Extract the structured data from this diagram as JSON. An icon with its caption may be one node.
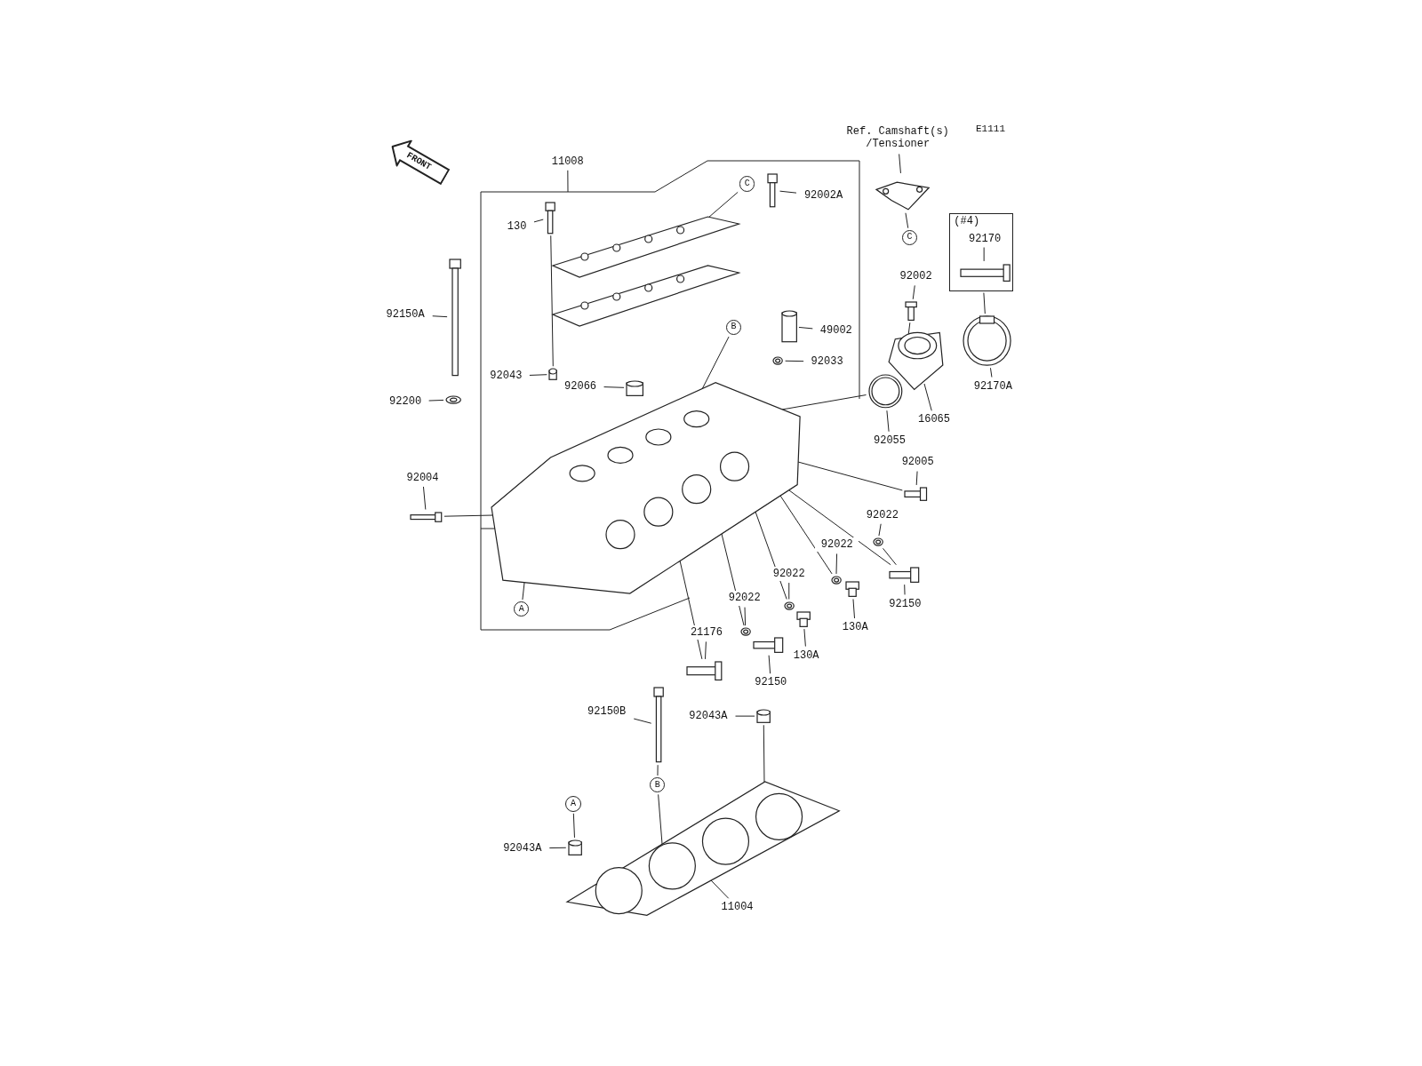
{
  "diagram": {
    "nodes": [
      {
        "text": [
          "Ref. Camshaft(s) /Tensioner"
        ]
      },
      {
        "text": [],
        "shape": "picture"
      },
      {
        "text": [
          "C"
        ]
      },
      {
        "text": [
          "11008"
        ]
      },
      {
        "text": [
          "C"
        ]
      },
      {
        "text": [
          "92002A"
        ]
      },
      {
        "text": [],
        "shape": "picture"
      },
      {
        "text": [
          "130"
        ]
      },
      {
        "text": [],
        "shape": "picture"
      },
      {
        "text": [
          "(#4)"
        ]
      },
      {
        "text": [
          "92170"
        ],
        "in": 9
      },
      {
        "text": [],
        "shape": "bar",
        "in": 9
      },
      {
        "text": [],
        "shape": "picture"
      },
      {
        "text": [
          "92150A"
        ]
      },
      {
        "text": [],
        "shape": "picture"
      },
      {
        "text": [
          "92002"
        ]
      },
      {
        "text": [],
        "shape": "picture"
      },
      {
        "text": [
          "B"
        ]
      },
      {
        "text": [
          "49002"
        ]
      },
      {
        "text": [],
        "shape": "cylinder"
      },
      {
        "text": [
          "92033"
        ]
      },
      {
        "text": [],
        "shape": "picture"
      },
      {
        "text": [
          "92043"
        ]
      },
      {
        "text": [],
        "shape": "cylinder"
      },
      {
        "text": [
          "92066"
        ]
      },
      {
        "text": [],
        "shape": "cylinder"
      },
      {
        "text": [],
        "shape": "picture"
      },
      {
        "text": [],
        "shape": "picture"
      },
      {
        "text": [
          "92170A"
        ]
      },
      {
        "text": [],
        "shape": "picture"
      },
      {
        "text": [
          "92200"
        ]
      },
      {
        "text": [],
        "shape": "picture"
      },
      {
        "text": [
          "16065"
        ]
      },
      {
        "text": [
          "92055"
        ]
      },
      {
        "text": [],
        "shape": "picture"
      },
      {
        "text": [
          "92005"
        ]
      },
      {
        "text": [],
        "shape": "bar"
      },
      {
        "text": [
          "92004"
        ]
      },
      {
        "text": [],
        "shape": "bar"
      },
      {
        "text": [
          "92022"
        ]
      },
      {
        "text": [],
        "shape": "picture"
      },
      {
        "text": [
          "92022"
        ]
      },
      {
        "text": [],
        "shape": "picture"
      },
      {
        "text": [
          "92022"
        ]
      },
      {
        "text": [],
        "shape": "picture"
      },
      {
        "text": [],
        "shape": "picture"
      },
      {
        "text": [],
        "shape": "bar"
      },
      {
        "text": [
          "92022"
        ]
      },
      {
        "text": [],
        "shape": "picture"
      },
      {
        "text": [
          "92150"
        ]
      },
      {
        "text": [
          "A"
        ]
      },
      {
        "text": [],
        "shape": "bar"
      },
      {
        "text": [
          "130A"
        ]
      },
      {
        "text": [
          "21176"
        ]
      },
      {
        "text": [],
        "shape": "picture"
      },
      {
        "text": [
          "130A"
        ]
      },
      {
        "text": [],
        "shape": "bar"
      },
      {
        "text": [
          "92150"
        ]
      },
      {
        "text": [
          "92150B"
        ]
      },
      {
        "text": [],
        "shape": "picture"
      },
      {
        "text": [
          "92043A"
        ]
      },
      {
        "text": [],
        "shape": "cylinder"
      },
      {
        "text": [
          "B"
        ]
      },
      {
        "text": [
          "A"
        ]
      },
      {
        "text": [],
        "shape": "picture"
      },
      {
        "text": [
          "92043A"
        ]
      },
      {
        "text": [],
        "shape": "cylinder"
      },
      {
        "text": [
          "11004"
        ]
      }
    ],
    "edges": [
      {
        "from": 0,
        "to": 1,
        "arrow": "none"
      },
      {
        "from": 2,
        "to": 1,
        "arrow": "none"
      },
      {
        "from": 3,
        "to": 34,
        "arrow": "none"
      },
      {
        "from": 4,
        "to": 12,
        "arrow": "none"
      },
      {
        "from": 5,
        "to": 6,
        "arrow": "none"
      },
      {
        "from": 7,
        "to": 8,
        "arrow": "none"
      },
      {
        "from": 10,
        "to": 11,
        "arrow": "none"
      },
      {
        "from": 9,
        "to": 27,
        "arrow": "none"
      },
      {
        "from": 13,
        "to": 14,
        "arrow": "none"
      },
      {
        "from": 15,
        "to": 16,
        "arrow": "none"
      },
      {
        "from": 16,
        "to": 26,
        "arrow": "none"
      },
      {
        "from": 17,
        "to": 34,
        "arrow": "none"
      },
      {
        "from": 18,
        "to": 19,
        "arrow": "none"
      },
      {
        "from": 20,
        "to": 21,
        "arrow": "none"
      },
      {
        "from": 22,
        "to": 23,
        "arrow": "none"
      },
      {
        "from": 8,
        "to": 23,
        "arrow": "none"
      },
      {
        "from": 24,
        "to": 25,
        "arrow": "none"
      },
      {
        "from": 28,
        "to": 27,
        "arrow": "none"
      },
      {
        "from": 29,
        "to": 34,
        "arrow": "none"
      },
      {
        "from": 33,
        "to": 29,
        "arrow": "none"
      },
      {
        "from": 32,
        "to": 26,
        "arrow": "none"
      },
      {
        "from": 30,
        "to": 31,
        "arrow": "none"
      },
      {
        "from": 35,
        "to": 36,
        "arrow": "none"
      },
      {
        "from": 36,
        "to": 34,
        "arrow": "none"
      },
      {
        "from": 37,
        "to": 38,
        "arrow": "none"
      },
      {
        "from": 38,
        "to": 34,
        "arrow": "none"
      },
      {
        "from": 39,
        "to": 40,
        "arrow": "none"
      },
      {
        "from": 40,
        "to": 45,
        "arrow": "none"
      },
      {
        "from": 41,
        "to": 42,
        "arrow": "none"
      },
      {
        "from": 42,
        "to": 34,
        "arrow": "none"
      },
      {
        "from": 43,
        "to": 44,
        "arrow": "none"
      },
      {
        "from": 44,
        "to": 34,
        "arrow": "none"
      },
      {
        "from": 45,
        "to": 34,
        "arrow": "none"
      },
      {
        "from": 52,
        "to": 46,
        "arrow": "none"
      },
      {
        "from": 47,
        "to": 48,
        "arrow": "none"
      },
      {
        "from": 48,
        "to": 34,
        "arrow": "none"
      },
      {
        "from": 49,
        "to": 45,
        "arrow": "none"
      },
      {
        "from": 50,
        "to": 34,
        "arrow": "none"
      },
      {
        "from": 55,
        "to": 51,
        "arrow": "none"
      },
      {
        "from": 53,
        "to": 56,
        "arrow": "none"
      },
      {
        "from": 56,
        "to": 34,
        "arrow": "none"
      },
      {
        "from": 57,
        "to": 54,
        "arrow": "none"
      },
      {
        "from": 58,
        "to": 59,
        "arrow": "none"
      },
      {
        "from": 60,
        "to": 61,
        "arrow": "none"
      },
      {
        "from": 61,
        "to": 64,
        "arrow": "none"
      },
      {
        "from": 62,
        "to": 64,
        "arrow": "none"
      },
      {
        "from": 59,
        "to": 62,
        "arrow": "none"
      },
      {
        "from": 63,
        "to": 66,
        "arrow": "none"
      },
      {
        "from": 65,
        "to": 66,
        "arrow": "none"
      },
      {
        "from": 67,
        "to": 64,
        "arrow": "none"
      }
    ],
    "labels": [
      "FRONT",
      "E1111"
    ]
  }
}
